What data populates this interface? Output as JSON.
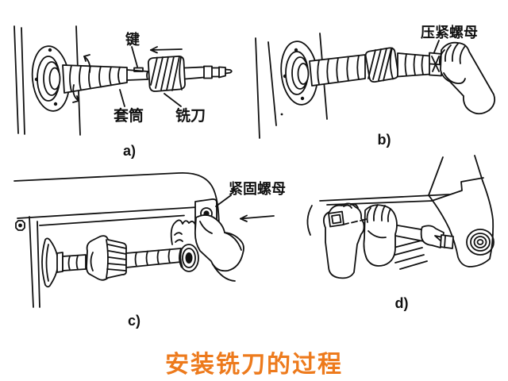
{
  "colors": {
    "ink": "#111111",
    "caption": "#ED7A1C",
    "background": "#FFFFFF"
  },
  "caption": {
    "text": "安装铣刀的过程"
  },
  "panels": {
    "a": {
      "label": "a)",
      "annotations": {
        "key": "键",
        "sleeve": "套筒",
        "cutter": "铣刀"
      }
    },
    "b": {
      "label": "b)",
      "annotations": {
        "clamp_nut": "压紧螺母"
      }
    },
    "c": {
      "label": "c)",
      "annotations": {
        "fastening_nut": "紧固螺母"
      }
    },
    "d": {
      "label": "d)"
    }
  }
}
